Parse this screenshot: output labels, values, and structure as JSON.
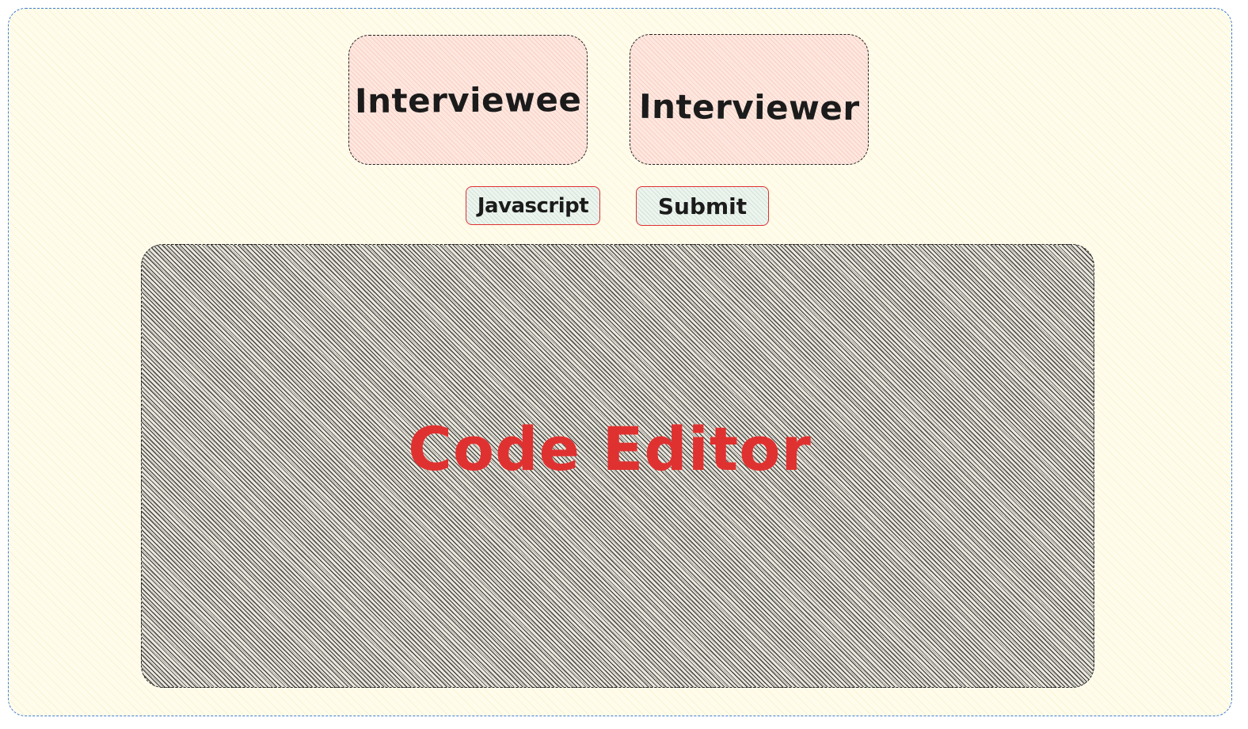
{
  "cards": {
    "interviewee": "Interviewee",
    "interviewer": "Interviewer"
  },
  "controls": {
    "language": "Javascript",
    "submit": "Submit"
  },
  "editor": {
    "label": "Code Editor"
  },
  "colors": {
    "frame_border": "#3b7dd8",
    "frame_fill": "#fffcec",
    "card_fill": "#fde8e0",
    "accent_red": "#e03131",
    "button_fill": "#eef4ee"
  }
}
